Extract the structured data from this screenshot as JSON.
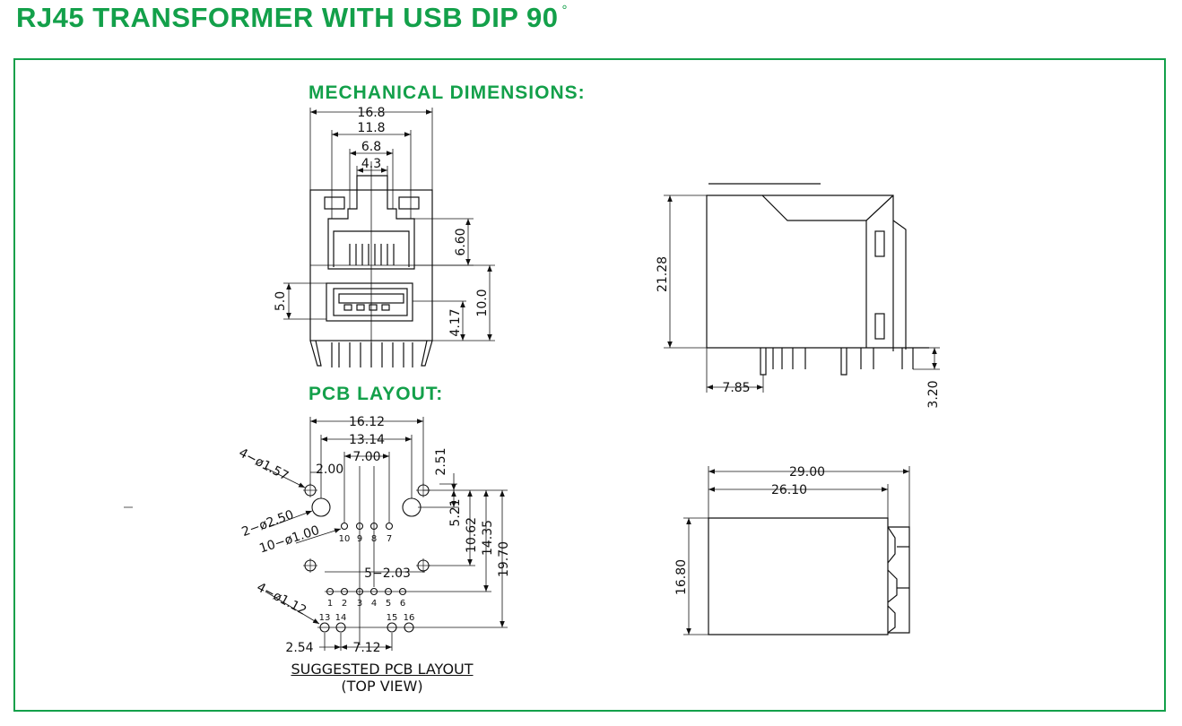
{
  "title": "RJ45 TRANSFORMER WITH USB DIP 90",
  "title_degree": "°",
  "colors": {
    "accent": "#13a04a",
    "line": "#111111"
  },
  "sections": {
    "mechanical": "MECHANICAL DIMENSIONS:",
    "pcb": "PCB LAYOUT:"
  },
  "front_view": {
    "w_16_8": "16.8",
    "w_11_8": "11.8",
    "w_6_8": "6.8",
    "w_4_3": "4.3",
    "h_6_60": "6.60",
    "h_5_0": "5.0",
    "h_10_0": "10.0",
    "h_4_17": "4.17"
  },
  "side_view": {
    "h_21_28": "21.28",
    "w_7_85": "7.85",
    "h_3_20": "3.20"
  },
  "pcb_layout": {
    "w_16_12": "16.12",
    "w_13_14": "13.14",
    "w_7_00": "7.00",
    "w_2_00": "2.00",
    "h_2_51": "2.51",
    "h_5_21": "5.21",
    "h_10_62": "10.62",
    "h_14_35": "14.35",
    "h_19_70": "19.70",
    "note_holes_157": "4−ø1.57",
    "note_holes_250": "2−ø2.50",
    "note_holes_100": "10−ø1.00",
    "note_holes_112": "4−ø1.12",
    "pitch_203": "5−2.03",
    "w_2_54": "2.54",
    "w_7_12": "7.12",
    "pins_top": [
      "10",
      "9",
      "8",
      "7"
    ],
    "pins_row": [
      "1",
      "2",
      "3",
      "4",
      "5",
      "6"
    ],
    "pins_bottom": [
      "13",
      "14",
      "15",
      "16"
    ],
    "caption": "SUGGESTED PCB LAYOUT",
    "caption_sub": "(TOP VIEW)"
  },
  "top_view": {
    "w_29_00": "29.00",
    "w_26_10": "26.10",
    "h_16_80": "16.80"
  }
}
